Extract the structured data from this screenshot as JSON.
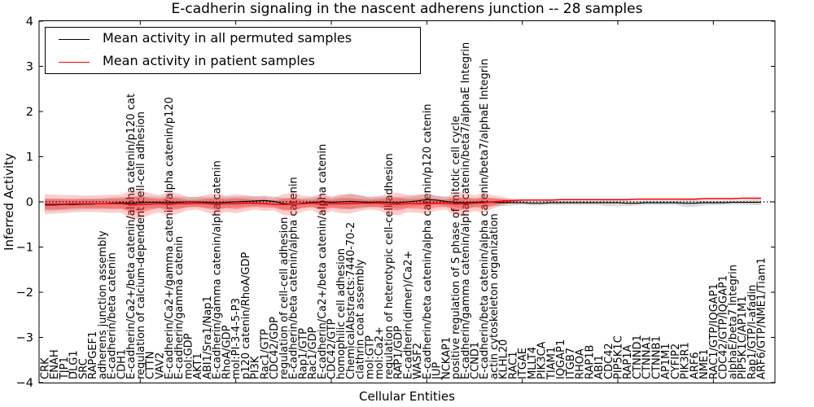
{
  "chart_data": {
    "type": "line",
    "title": "E-cadherin signaling in the nascent adherens junction -- 28 samples",
    "xlabel": "Cellular Entities",
    "ylabel": "Inferred Activity",
    "ylim": [
      -4,
      4
    ],
    "grid": false,
    "legend_position": "upper left",
    "yticks": [
      "4",
      "3",
      "2",
      "1",
      "0",
      "−1",
      "−2",
      "−3",
      "−4"
    ],
    "x_major_tick_positions": [
      10,
      20,
      30,
      40,
      50,
      60,
      70
    ],
    "reference_line": {
      "y": 0,
      "style": "dotted",
      "color": "#000000"
    },
    "legend": {
      "items": [
        {
          "label": "Mean activity in all permuted samples",
          "color": "#000000"
        },
        {
          "label": "Mean activity in patient samples",
          "color": "#ff0000"
        }
      ]
    },
    "categories": [
      "CRK",
      "ENAH",
      "TJP1",
      "DLG1",
      "SRC",
      "RAPGEF1",
      "adherens junction assembly",
      "E-cadherin/beta catenin",
      "CDH1",
      "E-cadherin/Ca2+/beta catenin/alpha catenin/p120 cat",
      "regulation of calcium-dependent cell-cell adhesion",
      "CTTN",
      "VAV2",
      "E-cadherin/Ca2+/gamma catenin/alpha catenin/p120",
      "E-cadherin/gamma catenin",
      "mol:GDP",
      "AKT1",
      "ABI1/Sra1/Nap1",
      "E-cadherin/gamma catenin/alpha catenin",
      "RhoA/GDP",
      "mol:PI-3-4-5-P3",
      "p120 catenin/RhoA/GDP",
      "PI3K",
      "Rac1/GTP",
      "CDC42/GDP",
      "regulation of cell-cell adhesion",
      "E-cadherin/beta catenin/alpha catenin",
      "Rap1/GTP",
      "Rac1/GDP",
      "E-cadherin/Ca2+/beta catenin/alpha catenin",
      "CDC42/GTP",
      "homophilic cell adhesion",
      "ChemicalAbstracts:7440-70-2",
      "clathrin coat assembly",
      "mol:GTP",
      "mol:Ca2+",
      "regulation of heterotypic cell-cell adhesion",
      "RAP1/GDP",
      "E-cadherin(dimer)/Ca2+",
      "WASF2",
      "E-cadherin/beta catenin/alpha catenin/p120 catenin",
      "JUP",
      "NCKAP1",
      "positive regulation of S phase of mitotic cell cycle",
      "E-cadherin/gamma catenin/alpha catenin/beta7/alphaE Integrin",
      "CCND1",
      "E-cadherin/beta catenin/alpha catenin/beta7/alphaE Integrin",
      "actin cytoskeleton organization",
      "KLHL20",
      "RAC1",
      "ITGAE",
      "MLLT4",
      "PIK3CA",
      "TIAM1",
      "IQGAP1",
      "ITGB7",
      "RHOA",
      "RAP1B",
      "ABI1",
      "CDC42",
      "PIP5K1C",
      "RAP1A",
      "CTNND1",
      "CTNNA1",
      "CTNNB1",
      "AP1M1",
      "CYFIP2",
      "PIK3R1",
      "ARF6",
      "NME1",
      "RAC1/GTP/IQGAP1",
      "CDC42/GTP/IQGAP1",
      "alphaE/beta7 Integrin",
      "PIP5K1C/AP1M1",
      "Rap1/GTP/l-afadin",
      "ARF6/GTP/NME1/Tiam1"
    ],
    "series": [
      {
        "name": "Mean activity in all permuted samples",
        "color": "#000000",
        "values": [
          -0.07,
          -0.07,
          -0.06,
          -0.06,
          -0.05,
          -0.05,
          -0.04,
          -0.03,
          -0.02,
          -0.03,
          -0.02,
          -0.01,
          -0.01,
          -0.02,
          -0.01,
          0,
          0,
          -0.01,
          -0.02,
          -0.01,
          0,
          0.01,
          0.02,
          0.03,
          0.01,
          -0.04,
          -0.05,
          -0.03,
          -0.01,
          0,
          -0.01,
          0,
          0.01,
          0,
          -0.01,
          0,
          -0.01,
          -0.02,
          0,
          0.02,
          0.05,
          0.04,
          0.01,
          -0.01,
          -0.02,
          -0.01,
          0,
          -0.01,
          -0.02,
          -0.02,
          -0.02,
          -0.03,
          -0.03,
          -0.02,
          -0.02,
          -0.02,
          -0.02,
          -0.02,
          -0.02,
          -0.02,
          -0.02,
          -0.03,
          -0.03,
          -0.02,
          -0.02,
          -0.02,
          -0.02,
          -0.03,
          -0.03,
          -0.02,
          -0.02,
          -0.02,
          -0.01,
          -0.01,
          -0.01,
          -0.01
        ]
      },
      {
        "name": "Mean activity in patient samples",
        "color": "#ff0000",
        "values": [
          -0.05,
          -0.05,
          -0.05,
          -0.04,
          -0.04,
          -0.04,
          -0.04,
          -0.04,
          -0.04,
          -0.06,
          -0.06,
          -0.05,
          -0.04,
          -0.05,
          -0.04,
          -0.04,
          -0.03,
          -0.04,
          -0.05,
          -0.04,
          -0.04,
          -0.03,
          -0.03,
          -0.04,
          -0.05,
          -0.06,
          -0.05,
          -0.04,
          -0.03,
          -0.05,
          -0.04,
          -0.04,
          -0.04,
          -0.03,
          -0.03,
          -0.03,
          -0.05,
          -0.05,
          -0.04,
          -0.04,
          -0.04,
          -0.03,
          -0.03,
          -0.05,
          -0.04,
          -0.03,
          -0.02,
          0,
          0.02,
          0.03,
          0.04,
          0.04,
          0.04,
          0.04,
          0.05,
          0.05,
          0.05,
          0.05,
          0.05,
          0.05,
          0.05,
          0.05,
          0.06,
          0.06,
          0.06,
          0.06,
          0.06,
          0.06,
          0.06,
          0.07,
          0.07,
          0.07,
          0.07,
          0.08,
          0.08,
          0.08
        ]
      }
    ],
    "bands": [
      {
        "name": "permuted-range",
        "center_series": 0,
        "color": "#999999",
        "opacity": 0.35,
        "half_widths": [
          0.13,
          0.13,
          0.13,
          0.12,
          0.12,
          0.12,
          0.12,
          0.13,
          0.13,
          0.15,
          0.15,
          0.13,
          0.12,
          0.14,
          0.13,
          0.11,
          0.11,
          0.12,
          0.13,
          0.12,
          0.12,
          0.11,
          0.11,
          0.11,
          0.11,
          0.13,
          0.13,
          0.11,
          0.11,
          0.13,
          0.11,
          0.13,
          0.17,
          0.15,
          0.11,
          0.11,
          0.13,
          0.13,
          0.12,
          0.12,
          0.12,
          0.1,
          0.1,
          0.12,
          0.12,
          0.1,
          0.1,
          0.09,
          0.07,
          0.06,
          0.05,
          0.05,
          0.05,
          0.05,
          0.05,
          0.05,
          0.05,
          0.05,
          0.05,
          0.08,
          0.08,
          0.06,
          0.05,
          0.05,
          0.05,
          0.05,
          0.05,
          0.08,
          0.08,
          0.06,
          0.05,
          0.05,
          0.05,
          0.05,
          0.06,
          0.07
        ]
      },
      {
        "name": "patient-range-outer",
        "center_series": 1,
        "color": "#ff0000",
        "opacity": 0.2,
        "half_widths": [
          0.22,
          0.21,
          0.2,
          0.19,
          0.18,
          0.18,
          0.19,
          0.2,
          0.2,
          0.3,
          0.32,
          0.24,
          0.19,
          0.27,
          0.22,
          0.15,
          0.14,
          0.2,
          0.24,
          0.18,
          0.21,
          0.18,
          0.14,
          0.16,
          0.14,
          0.23,
          0.26,
          0.17,
          0.15,
          0.25,
          0.16,
          0.21,
          0.22,
          0.17,
          0.14,
          0.16,
          0.23,
          0.25,
          0.19,
          0.2,
          0.23,
          0.16,
          0.14,
          0.26,
          0.24,
          0.17,
          0.22,
          0.14,
          0.09,
          0.04,
          0.015,
          0.015,
          0.015,
          0.015,
          0.015,
          0.015,
          0.015,
          0.015,
          0.015,
          0.015,
          0.015,
          0.015,
          0.015,
          0.015,
          0.015,
          0.015,
          0.015,
          0.015,
          0.015,
          0.015,
          0.015,
          0.015,
          0.015,
          0.015,
          0.015,
          0.015
        ]
      },
      {
        "name": "patient-range-inner",
        "center_series": 1,
        "color": "#ff0000",
        "opacity": 0.3,
        "half_widths": [
          0.12,
          0.12,
          0.11,
          0.1,
          0.1,
          0.1,
          0.1,
          0.11,
          0.11,
          0.17,
          0.18,
          0.13,
          0.1,
          0.15,
          0.12,
          0.08,
          0.08,
          0.11,
          0.13,
          0.1,
          0.12,
          0.1,
          0.08,
          0.09,
          0.08,
          0.13,
          0.14,
          0.09,
          0.08,
          0.14,
          0.09,
          0.12,
          0.12,
          0.09,
          0.08,
          0.09,
          0.13,
          0.14,
          0.1,
          0.11,
          0.13,
          0.09,
          0.08,
          0.14,
          0.13,
          0.09,
          0.12,
          0.08,
          0.05,
          0.02,
          0.01,
          0.01,
          0.01,
          0.01,
          0.01,
          0.01,
          0.01,
          0.01,
          0.01,
          0.01,
          0.01,
          0.01,
          0.01,
          0.01,
          0.01,
          0.01,
          0.01,
          0.01,
          0.01,
          0.01,
          0.01,
          0.01,
          0.01,
          0.01,
          0.01,
          0.01
        ]
      }
    ]
  }
}
